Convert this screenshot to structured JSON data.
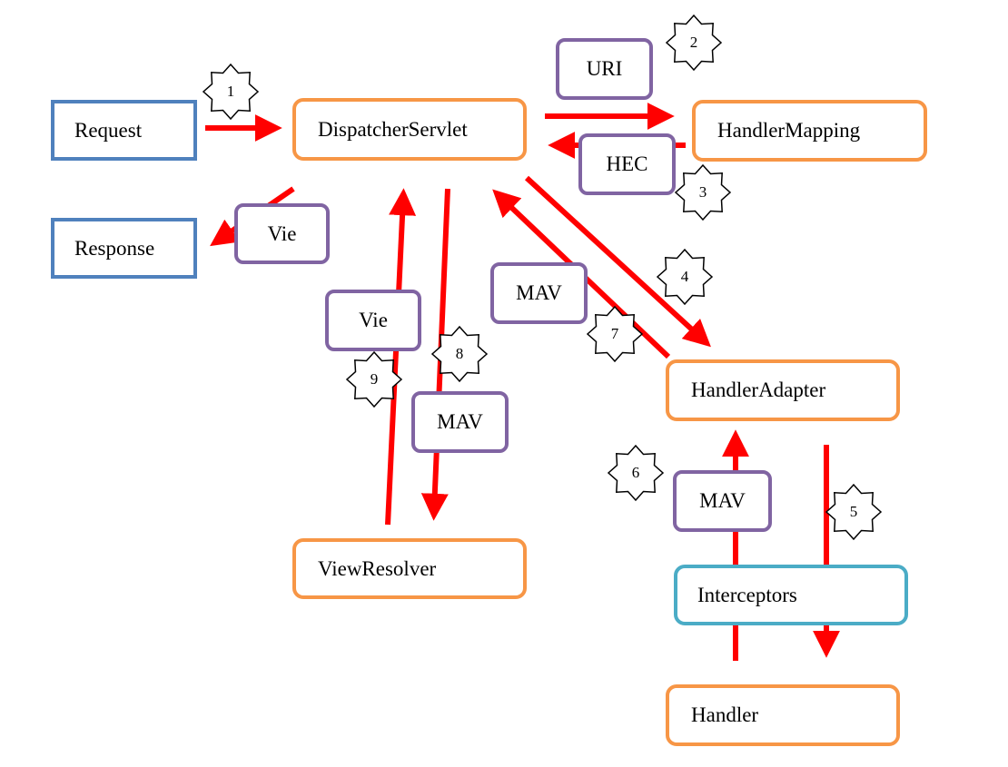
{
  "nodes": {
    "request": "Request",
    "response": "Response",
    "dispatcher_servlet": "DispatcherServlet",
    "handler_mapping": "HandlerMapping",
    "handler_adapter": "HandlerAdapter",
    "view_resolver": "ViewResolver",
    "interceptors": "Interceptors",
    "handler": "Handler"
  },
  "labels": {
    "uri": "URI",
    "hec": "HEC",
    "vie_response": "Vie",
    "vie_view": "Vie",
    "mav_adapter": "MAV",
    "mav_resolver": "MAV",
    "mav_handler": "MAV"
  },
  "steps": [
    "1",
    "2",
    "3",
    "4",
    "5",
    "6",
    "7",
    "8",
    "9"
  ],
  "colors": {
    "arrow": "#ff0000",
    "endpoint_border": "#4f81bd",
    "component_border": "#f79646",
    "interceptor_border": "#4bacc6",
    "label_border": "#8064a2"
  }
}
